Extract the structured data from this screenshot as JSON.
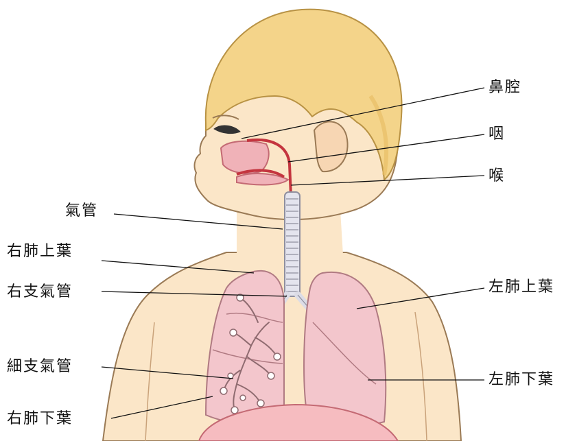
{
  "labels": {
    "nasal_cavity": "鼻腔",
    "pharynx": "咽",
    "larynx": "喉",
    "trachea": "氣管",
    "right_upper_lobe": "右肺上葉",
    "right_main_bronchus": "右支氣管",
    "bronchiole": "細支氣管",
    "right_lower_lobe": "右肺下葉",
    "left_upper_lobe": "左肺上葉",
    "left_lower_lobe": "左肺下葉"
  },
  "colors": {
    "skin": "#fbe6c8",
    "skin_outline": "#9a7a55",
    "hair": "#f4d48a",
    "hair_shade": "#e8bf66",
    "lung": "#f3c6cc",
    "lung_outline": "#b07a82",
    "airway": "#dcdce6",
    "airway_outline": "#8f8f9e",
    "bronchus_tree": "#ffffff",
    "leader_line": "#111111"
  }
}
